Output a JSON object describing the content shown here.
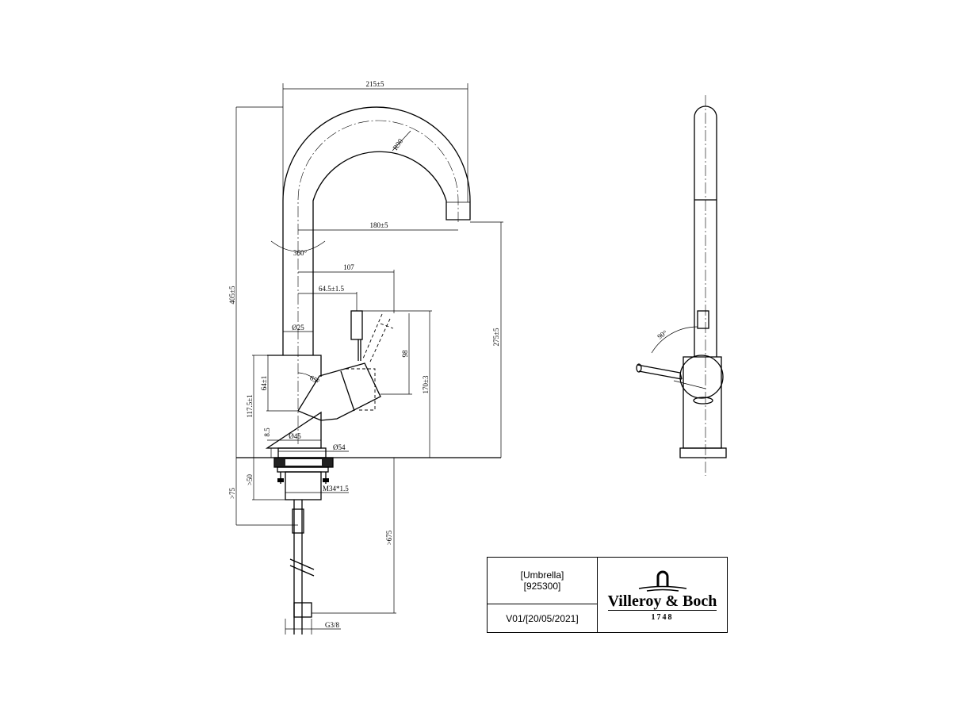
{
  "drawing": {
    "front_view": {
      "dims": {
        "width_total": "215±5",
        "reach": "180±5",
        "bend_radius": "R90",
        "swivel": "360°",
        "lever_reach": "107",
        "lever_offset": "64.5±1.5",
        "spout_dia": "Ø25",
        "height_total": "405±5",
        "spout_height": "275±5",
        "lever_height": "170±3",
        "lever_travel": "98",
        "lever_angle": "65°",
        "body_height": "64±1",
        "body_total": "117.5±1",
        "base_height": "8.5",
        "body_dia": "Ø45",
        "base_dia": "Ø54",
        "shank_min": ">50",
        "shank_total": ">75",
        "thread": "M34*1.5",
        "hose_min": ">675",
        "hose_thread": "G3/8"
      }
    },
    "side_view": {
      "dims": {
        "lever_angle": "90°"
      }
    }
  },
  "title_block": {
    "product": "[Umbrella]",
    "article": "[925300]",
    "version": "V01/[20/05/2021]",
    "brand": "Villeroy & Boch",
    "year": "1748"
  }
}
